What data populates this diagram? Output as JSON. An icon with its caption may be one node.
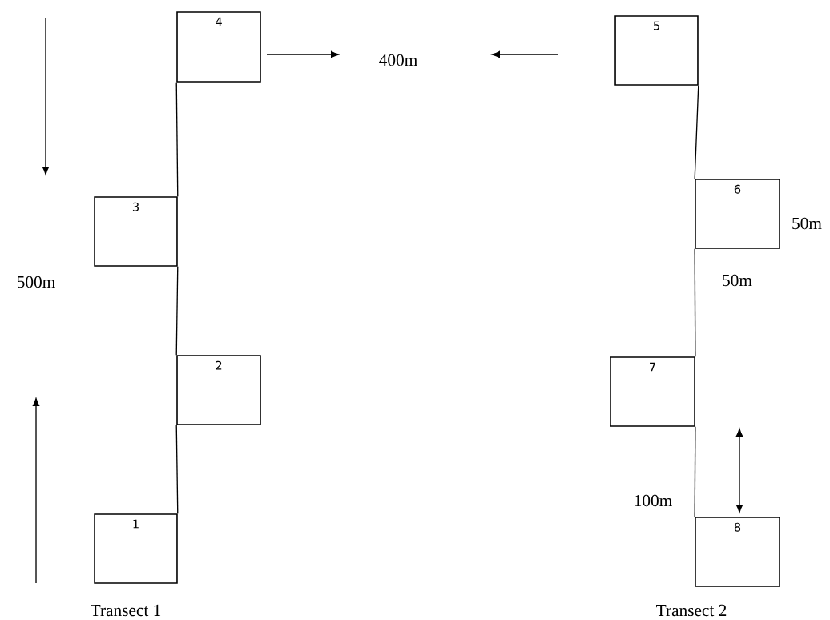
{
  "diagram": {
    "nodes": [
      {
        "text": [
          "1"
        ]
      },
      {
        "text": [
          "2"
        ]
      },
      {
        "text": [
          "3"
        ]
      },
      {
        "text": [
          "4"
        ]
      },
      {
        "text": [
          "5"
        ]
      },
      {
        "text": [
          "6"
        ]
      },
      {
        "text": [
          "7"
        ]
      },
      {
        "text": [
          "8"
        ]
      }
    ],
    "edges": [
      {
        "from": 0,
        "to": 1,
        "arrow": "none"
      },
      {
        "from": 1,
        "to": 2,
        "arrow": "none"
      },
      {
        "from": 2,
        "to": 3,
        "arrow": "none"
      },
      {
        "from": 4,
        "to": 5,
        "arrow": "none"
      },
      {
        "from": 5,
        "to": 6,
        "arrow": "none"
      },
      {
        "from": 6,
        "to": 7,
        "arrow": "none"
      }
    ],
    "labels": [
      "400m",
      "500m",
      "50m",
      "50m",
      "100m",
      "Transect 1",
      "Transect 2"
    ]
  }
}
